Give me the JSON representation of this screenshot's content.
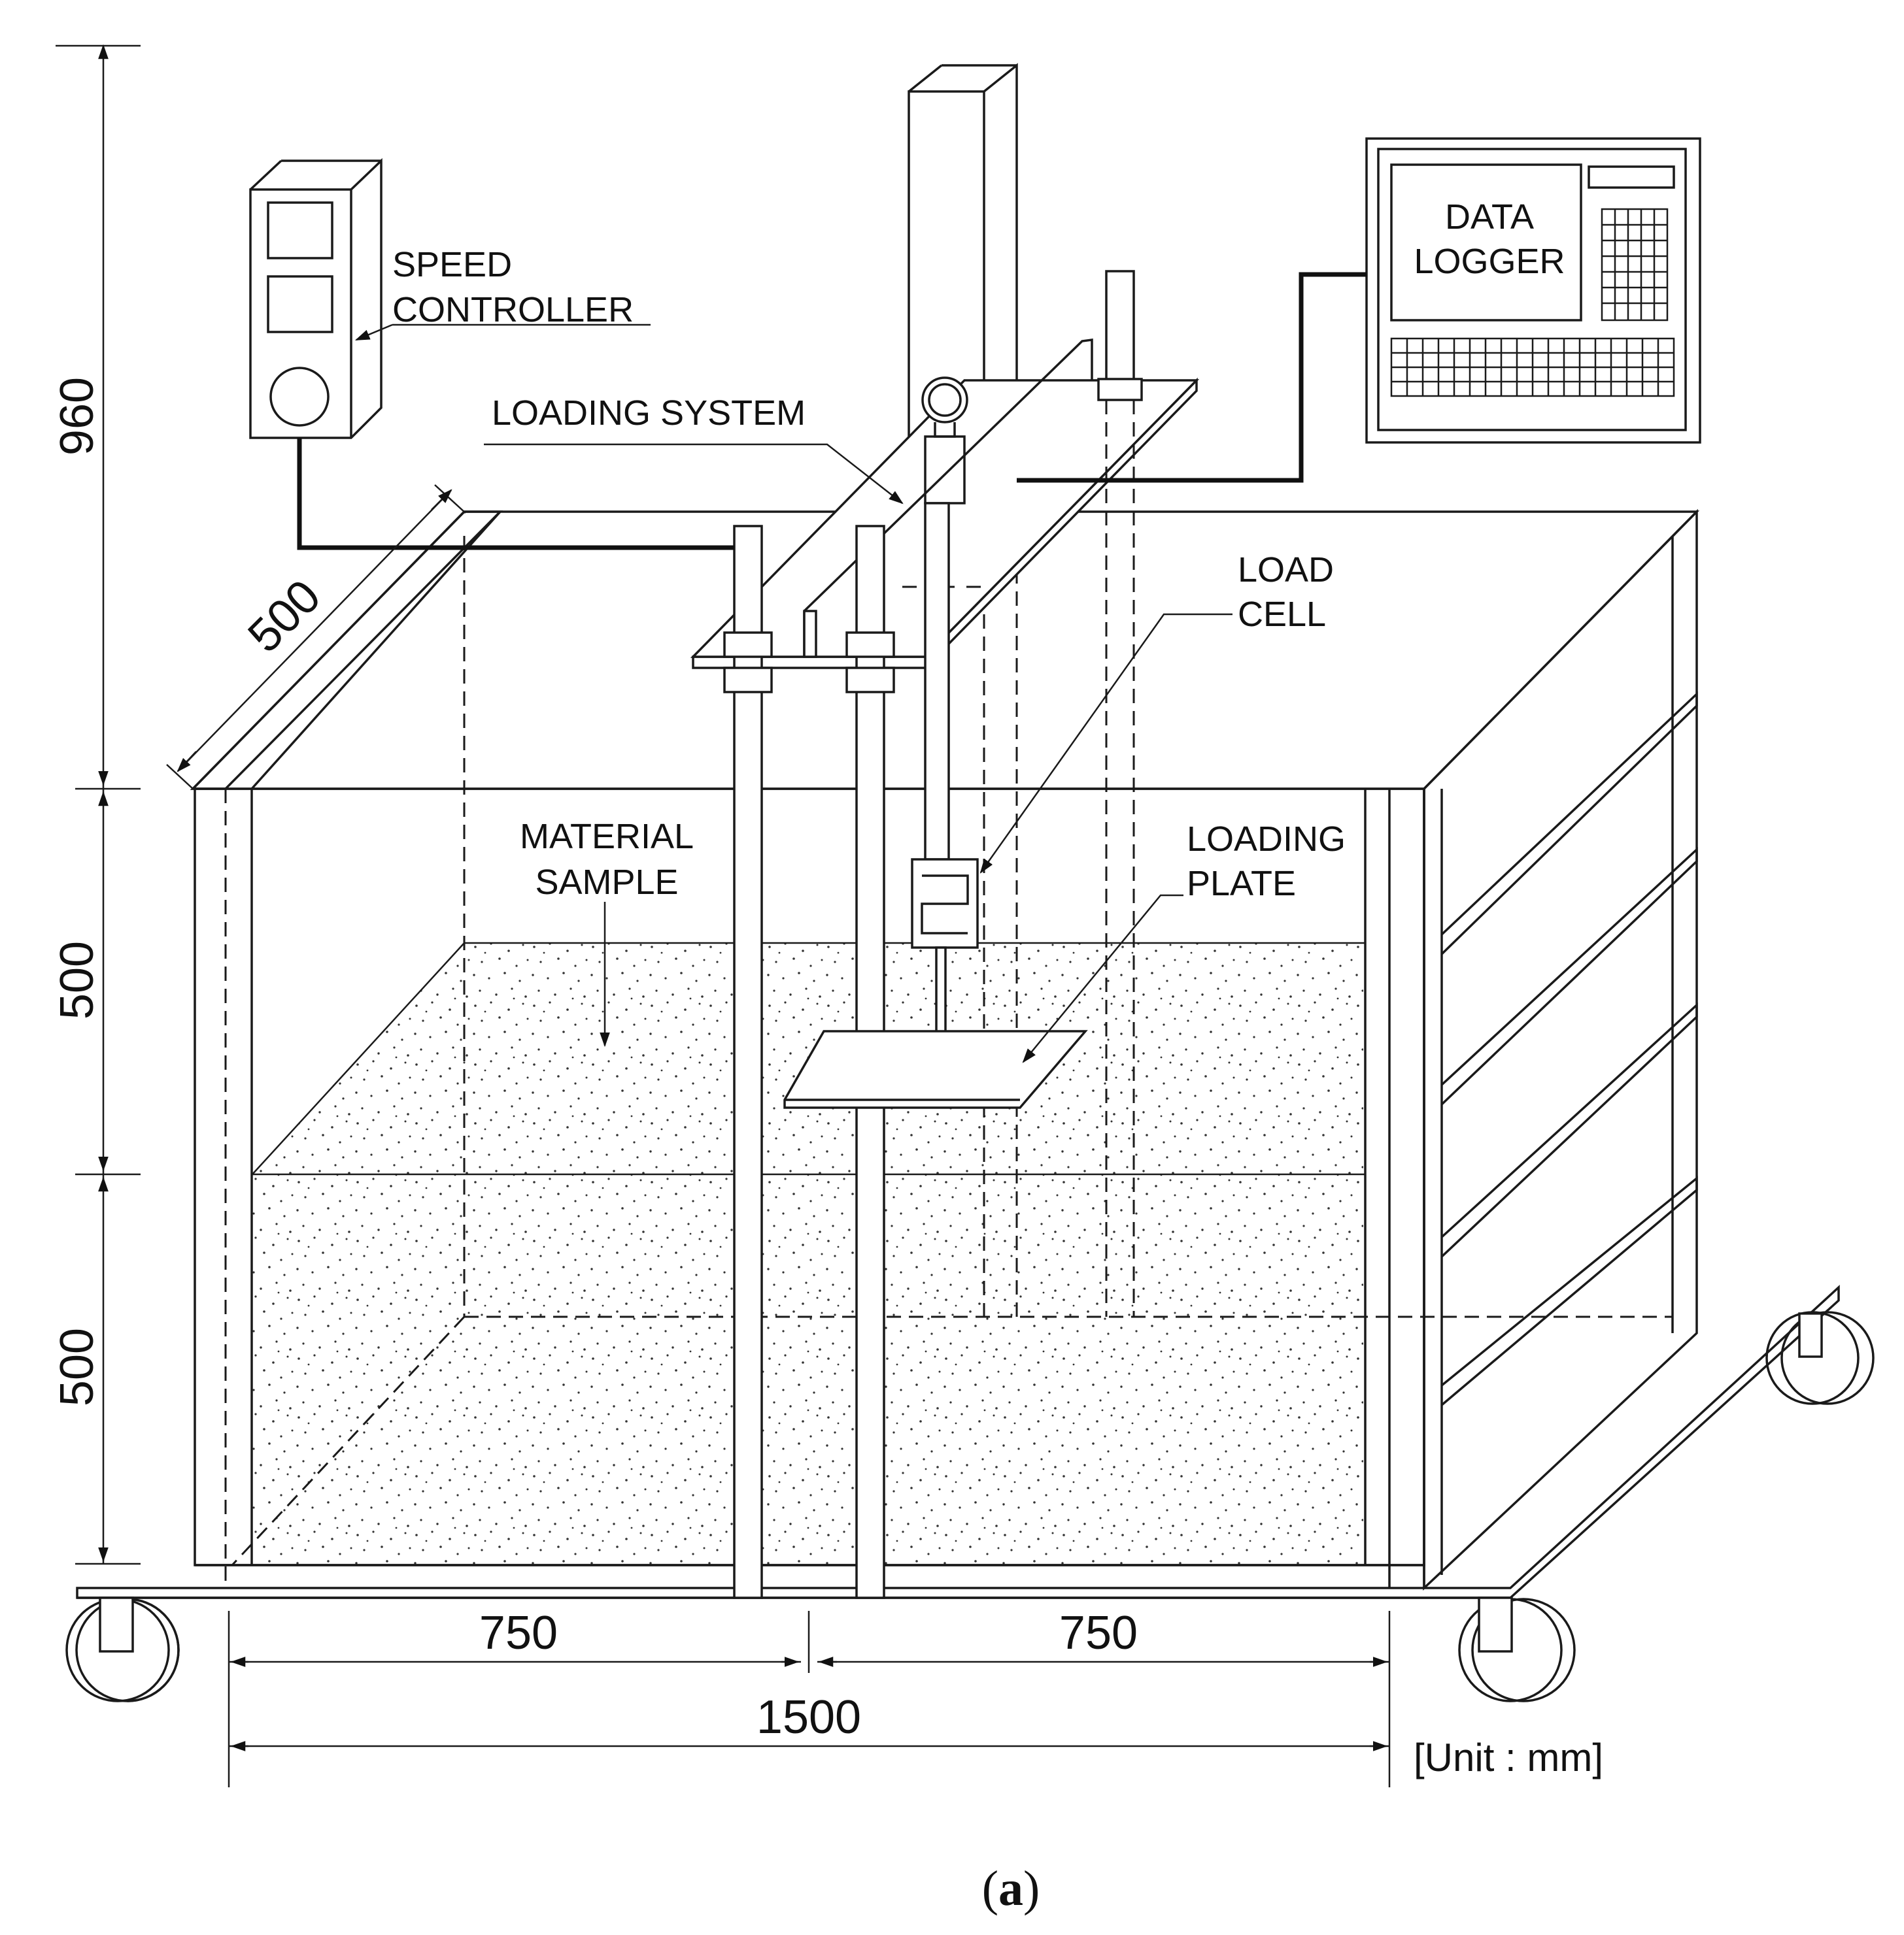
{
  "labels": {
    "speed_controller_line1": "SPEED",
    "speed_controller_line2": "CONTROLLER",
    "loading_system": "LOADING SYSTEM",
    "load_cell_line1": "LOAD",
    "load_cell_line2": "CELL",
    "data_logger_line1": "DATA",
    "data_logger_line2": "LOGGER",
    "material_sample_line1": "MATERIAL",
    "material_sample_line2": "SAMPLE",
    "loading_plate_line1": "LOADING",
    "loading_plate_line2": "PLATE"
  },
  "dimensions": {
    "height_top": "960",
    "height_mid": "500",
    "height_bottom": "500",
    "depth": "500",
    "width_left": "750",
    "width_right": "750",
    "width_total": "1500",
    "unit": "[Unit : mm]"
  },
  "caption": {
    "open": "(",
    "letter": "a",
    "close": ")"
  }
}
